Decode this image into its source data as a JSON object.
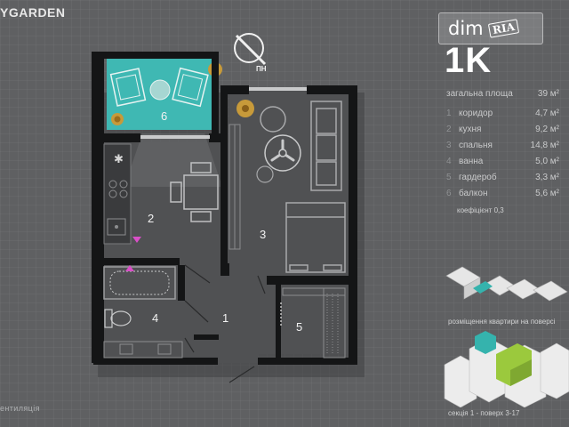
{
  "brand": {
    "name": "YGARDEN"
  },
  "watermark": {
    "dim": "dim",
    "ria": "RIA"
  },
  "compass": {
    "label": "ПН"
  },
  "apartment": {
    "type": "1K",
    "total_area_label": "загальна площа",
    "total_area_value": "39 м²"
  },
  "rooms": [
    {
      "num": "1",
      "name": "коридор",
      "area": "4,7 м²"
    },
    {
      "num": "2",
      "name": "кухня",
      "area": "9,2 м²"
    },
    {
      "num": "3",
      "name": "спальня",
      "area": "14,8 м²"
    },
    {
      "num": "4",
      "name": "ванна",
      "area": "5,0 м²"
    },
    {
      "num": "5",
      "name": "гардероб",
      "area": "3,3 м²"
    },
    {
      "num": "6",
      "name": "балкон",
      "area": "5,6 м²"
    }
  ],
  "balcony_coefficient": "коефіцієнт 0,3",
  "location_caption": "розміщення квартири на поверсі",
  "section_caption": "секція 1 - поверх 3-17",
  "legend": {
    "ventilation": "ентиляція"
  },
  "colors": {
    "background": "#5f6062",
    "balcony": "#3fb8b3",
    "walls": "#141516",
    "accent_marker": "#d94fc7",
    "building_highlight_teal": "#35b3ad",
    "building_highlight_green": "#9bc93d"
  }
}
